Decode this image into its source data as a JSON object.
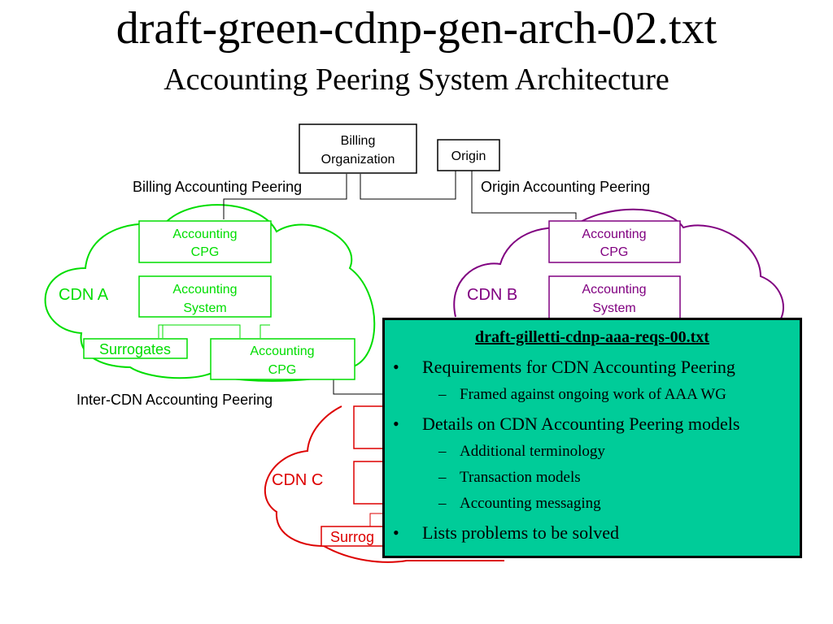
{
  "slide": {
    "title": "draft-green-cdnp-gen-arch-02.txt",
    "subtitle": "Accounting Peering System Architecture"
  },
  "diagram": {
    "top_boxes": {
      "billing_org": [
        "Billing",
        "Organization"
      ],
      "origin": "Origin"
    },
    "peering_labels": {
      "billing": "Billing Accounting Peering",
      "origin": "Origin Accounting Peering",
      "inter_cdn": "Inter-CDN Accounting Peering"
    },
    "cdn_a": {
      "name": "CDN A",
      "color": "#00dd00",
      "accounting_cpg": [
        "Accounting",
        "CPG"
      ],
      "accounting_system": [
        "Accounting",
        "System"
      ],
      "surrogates": "Surrogates",
      "lower_cpg": [
        "Accounting",
        "CPG"
      ]
    },
    "cdn_b": {
      "name": "CDN B",
      "color": "#800080",
      "accounting_cpg": [
        "Accounting",
        "CPG"
      ],
      "accounting_system": [
        "Accounting",
        "System"
      ]
    },
    "cdn_c": {
      "name": "CDN C",
      "color": "#dd0000",
      "surrogates_partial": "Surrog"
    }
  },
  "callout": {
    "title": "draft-gilletti-cdnp-aaa-reqs-00.txt",
    "bullet_symbol": "•",
    "dash_symbol": "–",
    "background": "#00cc99",
    "items": [
      {
        "text": "Requirements for CDN Accounting Peering",
        "sub": [
          "Framed against ongoing work of AAA WG"
        ]
      },
      {
        "text": "Details on CDN Accounting Peering models",
        "sub": [
          "Additional terminology",
          "Transaction models",
          "Accounting messaging"
        ]
      },
      {
        "text": "Lists problems to be solved",
        "sub": []
      }
    ]
  }
}
